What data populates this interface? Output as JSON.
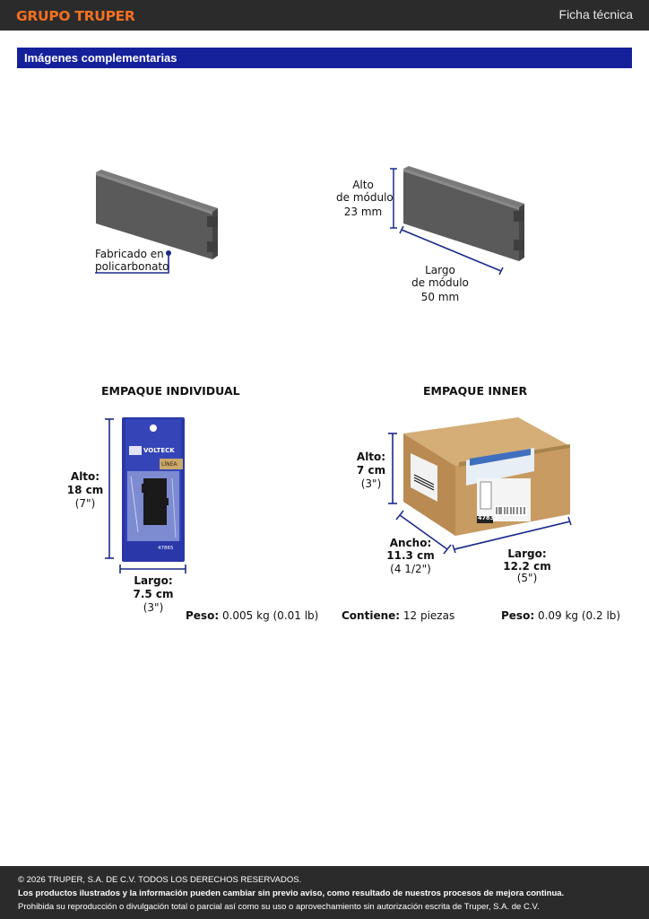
{
  "header": {
    "logo": "GRUPO TRUPER",
    "doc_type": "Ficha técnica"
  },
  "section": {
    "title": "Imágenes complementarias"
  },
  "module_left": {
    "material_line1": "Fabricado en",
    "material_line2": "policarbonato"
  },
  "module_right": {
    "height_line1": "Alto",
    "height_line2": "de módulo",
    "height_value": "23 mm",
    "length_line1": "Largo",
    "length_line2": "de módulo",
    "length_value": "50 mm"
  },
  "individual": {
    "heading": "EMPAQUE INDIVIDUAL",
    "height_label": "Alto:",
    "height_cm": "18 cm",
    "height_in": "(7\")",
    "length_label": "Largo:",
    "length_cm": "7.5 cm",
    "length_in": "(3\")",
    "weight_label": "Peso:",
    "weight_value": "0.005 kg (0.01 lb)",
    "package_brand": "VOLTECK",
    "package_code": "47865",
    "package_tag": "LÍNEA"
  },
  "inner": {
    "heading": "EMPAQUE INNER",
    "height_label": "Alto:",
    "height_cm": "7 cm",
    "height_in": "(3\")",
    "width_label": "Ancho:",
    "width_cm": "11.3 cm",
    "width_in": "(4 1/2\")",
    "length_label": "Largo:",
    "length_cm": "12.2 cm",
    "length_in": "(5\")",
    "contents_label": "Contiene:",
    "contents_value": "12 piezas",
    "weight_label": "Peso:",
    "weight_value": "0.09 kg (0.2 lb)",
    "box_code": "47832"
  },
  "footer": {
    "copyright": "© 2026 TRUPER, S.A. DE C.V. TODOS LOS DERECHOS RESERVADOS.",
    "notice": "Los productos ilustrados y la información pueden cambiar sin previo aviso, como resultado de nuestros procesos de mejora continua.",
    "prohibition": "Prohibida su reproducción o divulgación total o parcial así como su uso o aprovechamiento sin autorización escrita de Truper, S.A. de C.V."
  },
  "colors": {
    "brand_orange": "#f36f21",
    "section_blue": "#15209b",
    "dimension_blue": "#1a2a8c",
    "dark_bar": "#2b2b2b"
  }
}
